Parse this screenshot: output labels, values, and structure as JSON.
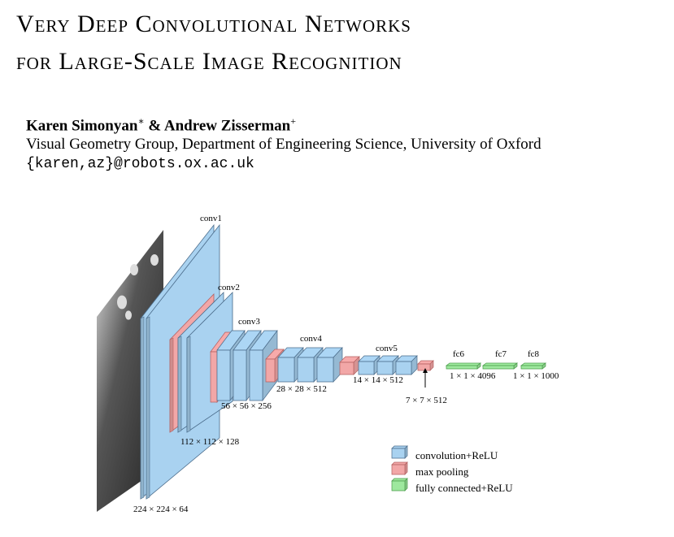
{
  "paper": {
    "title_line1": "Very Deep Convolutional Networks",
    "title_line2": "for Large-Scale Image Recognition",
    "author1": "Karen Simonyan",
    "author1_mark": "∗",
    "conj": " & ",
    "author2": "Andrew Zisserman",
    "author2_mark": "+",
    "affiliation": "Visual Geometry Group, Department of Engineering Science, University of Oxford",
    "email": "{karen,az}@robots.ox.ac.uk"
  },
  "figure": {
    "stage_labels": {
      "conv1": "conv1",
      "conv2": "conv2",
      "conv3": "conv3",
      "conv4": "conv4",
      "conv5": "conv5",
      "fc6": "fc6",
      "fc7": "fc7",
      "fc8": "fc8"
    },
    "dim_labels": {
      "d224": "224 × 224 × 64",
      "d112": "112 × 112 × 128",
      "d56": "56 × 56 × 256",
      "d28": "28 × 28 × 512",
      "d14": "14 × 14 × 512",
      "d7": "7 × 7 × 512",
      "d4096": "1 × 1 × 4096",
      "d1000": "1 × 1 × 1000"
    },
    "legend": [
      {
        "label": "convolution+ReLU",
        "color": "#a9d2f0"
      },
      {
        "label": "max pooling",
        "color": "#f2a7a7"
      },
      {
        "label": "fully connected+ReLU",
        "color": "#9ee89e"
      }
    ]
  }
}
